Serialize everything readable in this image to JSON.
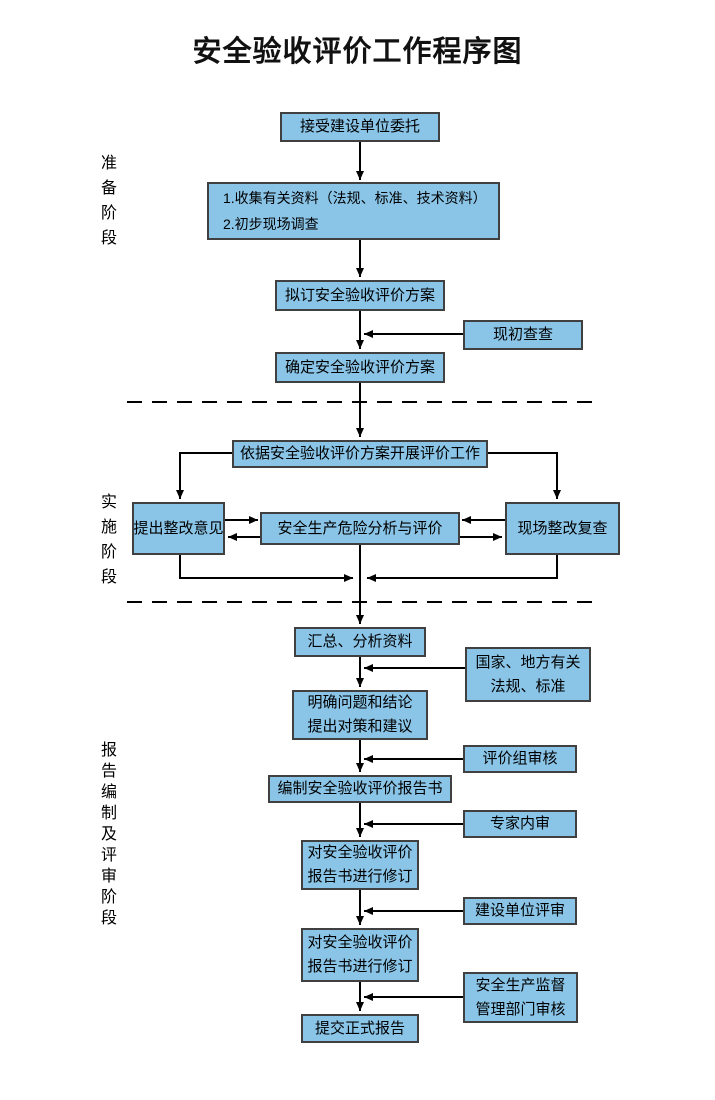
{
  "title": "安全验收评价工作程序图",
  "phase_labels": {
    "preparation": "准备阶段",
    "implementation": "实施阶段",
    "reporting": "报告编制及评审阶段"
  },
  "flow": {
    "accept": "接受建设单位委托",
    "collect": {
      "line1": "1.收集有关资料（法规、标准、技术资料）",
      "line2": "2.初步现场调查"
    },
    "draft_plan": "拟订安全验收评价方案",
    "initial_check": "现初查查",
    "confirm_plan": "确定安全验收评价方案",
    "carry_out": "依据安全验收评价方案开展评价工作",
    "propose": "提出整改意见",
    "hazard_analysis": "安全生产危险分析与评价",
    "site_recheck": "现场整改复查",
    "summarize": "汇总、分析资料",
    "laws": {
      "line1": "国家、地方有关",
      "line2": "法规、标准"
    },
    "clarify": {
      "line1": "明确问题和结论",
      "line2": "提出对策和建议"
    },
    "team_review": "评价组审核",
    "compile_report": "编制安全验收评价报告书",
    "expert_review": "专家内审",
    "revise1": {
      "line1": "对安全验收评价",
      "line2": "报告书进行修订"
    },
    "owner_review": "建设单位评审",
    "revise2": {
      "line1": "对安全验收评价",
      "line2": "报告书进行修订"
    },
    "authority_review": {
      "line1": "安全生产监督",
      "line2": "管理部门审核"
    },
    "submit": "提交正式报告"
  },
  "colors": {
    "box_fill": "#8AC5E8",
    "box_border": "#404040",
    "line": "#000000"
  }
}
